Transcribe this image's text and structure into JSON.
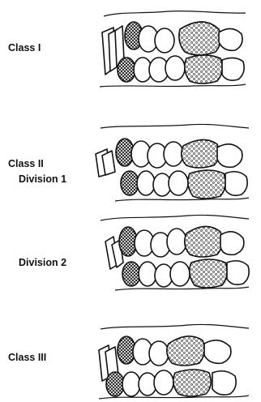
{
  "labels": {
    "class1": "Class I",
    "class2": "Class II",
    "div1": "Division 1",
    "div2": "Division 2",
    "class3": "Class III"
  },
  "colors": {
    "ink": "#111111",
    "background": "#ffffff"
  },
  "icons": [
    "crosshatch-canine-tooth",
    "stippled-first-molar"
  ]
}
